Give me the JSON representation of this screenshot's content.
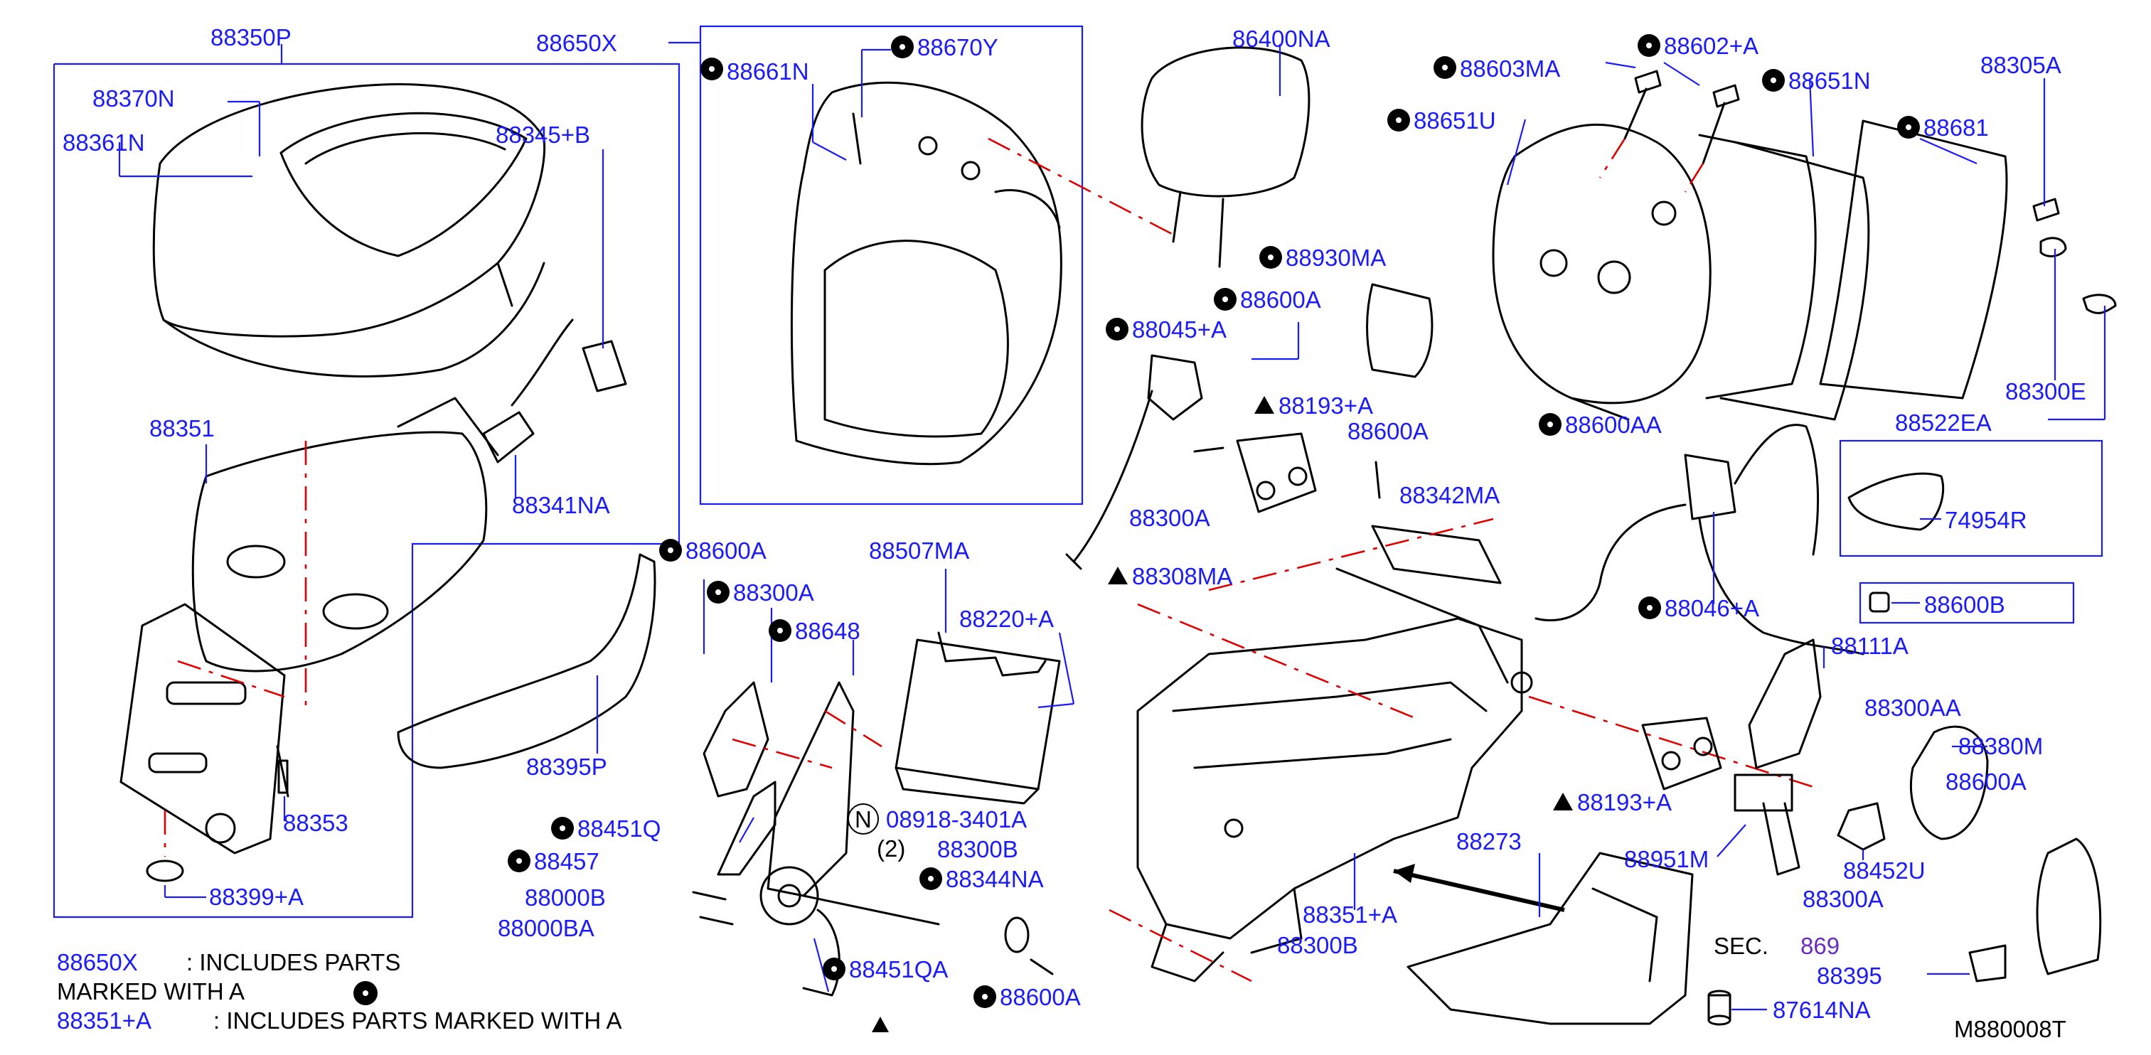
{
  "diagram_code": "M880008T",
  "labels": {
    "p88350P": "88350P",
    "p88370N": "88370N",
    "p88361N": "88361N",
    "p88345B": "88345+B",
    "p88351": "88351",
    "p88341NA": "88341NA",
    "p88353": "88353",
    "p88399A": "88399+A",
    "p88395P": "88395P",
    "p88650X": "88650X",
    "p88661N": "88661N",
    "p88670Y": "88670Y",
    "p86400NA": "86400NA",
    "p88603MA": "88603MA",
    "p88602A": "88602+A",
    "p88651N": "88651N",
    "p88305A": "88305A",
    "p88651U": "88651U",
    "p88681": "88681",
    "p88930MA": "88930MA",
    "p88600A_1": "88600A",
    "p88045A": "88045+A",
    "p88193A_1": "88193+A",
    "p88600A_2": "88600A",
    "p88300E": "88300E",
    "p88522EA": "88522EA",
    "p88300A_1": "88300A",
    "p88342MA": "88342MA",
    "p88600AA": "88600AA",
    "p74954R": "74954R",
    "p88308MA": "88308MA",
    "p88600A_3": "88600A",
    "p88300A_2": "88300A",
    "p88648": "88648",
    "p88507MA": "88507MA",
    "p88220A": "88220+A",
    "p88046A": "88046+A",
    "p88600B": "88600B",
    "p88111A": "88111A",
    "p88300AA": "88300AA",
    "p88380M": "88380M",
    "p88600A_4": "88600A",
    "p88193A_2": "88193+A",
    "p08918": "08918-3401A",
    "p08918_qty": "(2)",
    "p08918_n": "N",
    "p88300B_1": "88300B",
    "p88344NA": "88344NA",
    "p88451Q": "88451Q",
    "p88457": "88457",
    "p88000B": "88000B",
    "p88000BA": "88000BA",
    "p88451QA": "88451QA",
    "p88600A_5": "88600A",
    "p88273": "88273",
    "p88351A": "88351+A",
    "p88300B_2": "88300B",
    "p88951M": "88951M",
    "p88452U": "88452U",
    "p88300A_3": "88300A",
    "sec": "SEC.",
    "sec_num": "869",
    "p88395": "88395",
    "p87614NA": "87614NA"
  },
  "notes": {
    "line1_code": "88650X",
    "line1_text": ":  INCLUDES   PARTS",
    "line2_text": "MARKED   WITH  A",
    "line3_code": "88351+A",
    "line3_text": ":  INCLUDES   PARTS   MARKED   WITH   A"
  },
  "colors": {
    "label": "#1a1aff",
    "dash": "#e00000",
    "part": "#000000"
  }
}
